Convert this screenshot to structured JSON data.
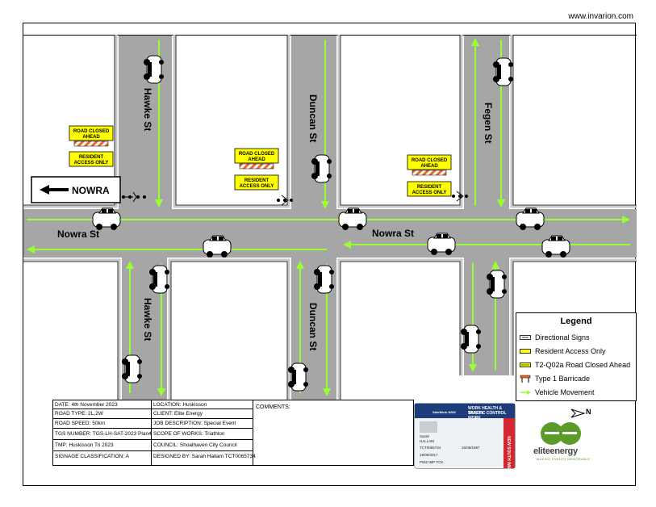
{
  "site_url": "www.invarion.com",
  "streets": {
    "hawke_north": "Hawke St",
    "hawke_south": "Hawke St",
    "duncan_north": "Duncan St",
    "duncan_south": "Duncan St",
    "fegen": "Fegen St",
    "nowra_west": "Nowra St",
    "nowra_east": "Nowra St"
  },
  "direction_sign": "NOWRA",
  "signs": {
    "road_closed_line1": "ROAD CLOSED",
    "road_closed_line2": "AHEAD",
    "resident_line1": "RESIDENT",
    "resident_line2": "ACCESS ONLY"
  },
  "legend": {
    "title": "Legend",
    "items": [
      {
        "label": "Directional Signs",
        "icon": "directional-sign-icon"
      },
      {
        "label": "Resident Access Only",
        "icon": "resident-access-icon"
      },
      {
        "label": "T2-Q02a Road Closed Ahead",
        "icon": "road-closed-sign-icon"
      },
      {
        "label": "Type 1 Barricade",
        "icon": "barricade-icon"
      },
      {
        "label": "Vehicle Movement",
        "icon": "vehicle-movement-arrow-icon"
      }
    ]
  },
  "info": {
    "date": "DATE: 4th November 2023",
    "road_type": "ROAD TYPE: 2L,2W",
    "road_speed": "ROAD SPEED: 50km",
    "tgs_number": "TGS NUMBER: TGS-LH-SAT-2023 Plan4",
    "tmp": "TMP: Huskisson Tri 2023",
    "signage": "SIGNAGE CLASSIFICATION: A",
    "location": "LOCATION: Huskisson",
    "client": "CLIENT: Elite Energy",
    "job": "JOB DESCRIPTION: Special Event",
    "scope": "SCOPE OF WORKS: Triathlon",
    "council": "COUNCIL: Shoalhaven City Council",
    "designed_by": "DESIGNED BY: Sarah Hallam TCT0065734",
    "comments": "COMMENTS:"
  },
  "card": {
    "issuer": "SafeWork NSW",
    "title_line1": "WORK HEALTH & SAFETY",
    "title_line2": "TRAFFIC CONTROL WORK",
    "first_name": "Sarah",
    "last_name": "HALLAM",
    "card_no": "TCT0065734",
    "date_of_issue": "19/09/2017",
    "dob": "16/09/1987",
    "work_type": "PWZ  IMP  TCK",
    "state": "NEW SOUTH WALES"
  },
  "logo": {
    "name": "eliteenergy",
    "tagline": "MAKING EVENTS MEMORABLE"
  },
  "north_label": "N",
  "colors": {
    "road": "#a6a6a6",
    "arrow": "#99ff33",
    "sign_yellow": "#ffff00",
    "barricade_orange": "#f26522"
  }
}
